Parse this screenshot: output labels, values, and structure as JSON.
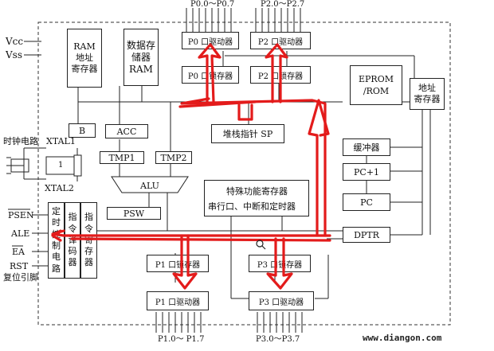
{
  "pins": {
    "p0": "P0.0～P0.7",
    "p2": "P2.0～P2.7",
    "p1": "P1.0～ P1.7",
    "p3": "P3.0～P3.7"
  },
  "power": {
    "vcc": "Vcc",
    "vss": "Vss"
  },
  "blocks": {
    "ram_addr": "RAM\n地址\n寄存器",
    "ram": "数据存\n储器\nRAM",
    "p0_driver": "P0 口驱动器",
    "p2_driver": "P2 口驱动器",
    "p0_latch": "P0 口锁存器",
    "p2_latch": "P2 口锁存器",
    "eprom": "EPROM\n/ROM",
    "addr_reg": "地址\n寄存器",
    "b": "B",
    "acc": "ACC",
    "sp": "堆栈指针 SP",
    "tmp1": "TMP1",
    "tmp2": "TMP2",
    "alu": "ALU",
    "psw": "PSW",
    "buffer": "缓冲器",
    "pc_plus1": "PC+1",
    "pc": "PC",
    "dptr": "DPTR",
    "sfr_title": "特殊功能寄存器",
    "sfr_sub": "串行口、中断和定时器",
    "timing": "定\n时\n控\n制\n电\n路",
    "decoder": "指\n令\n译\n码\n器",
    "ir": "指\n令\n寄\n存\n器",
    "p1_latch": "P1 口锁存器",
    "p3_latch": "P3 口锁存器",
    "p1_driver": "P1 口驱动器",
    "p3_driver": "P3 口驱动器"
  },
  "clock": {
    "label": "时钟电路",
    "xtal1": "XTAL1",
    "xtal2": "XTAL2",
    "one": "1"
  },
  "control_pins": {
    "psen": "PSEN",
    "ale": "ALE",
    "ea": "EA",
    "rst": "RST",
    "reset": "复位引脚"
  },
  "watermark": "www.diangon.com",
  "colors": {
    "line": "#222222",
    "red": "#e31b1b",
    "bg": "#ffffff"
  }
}
